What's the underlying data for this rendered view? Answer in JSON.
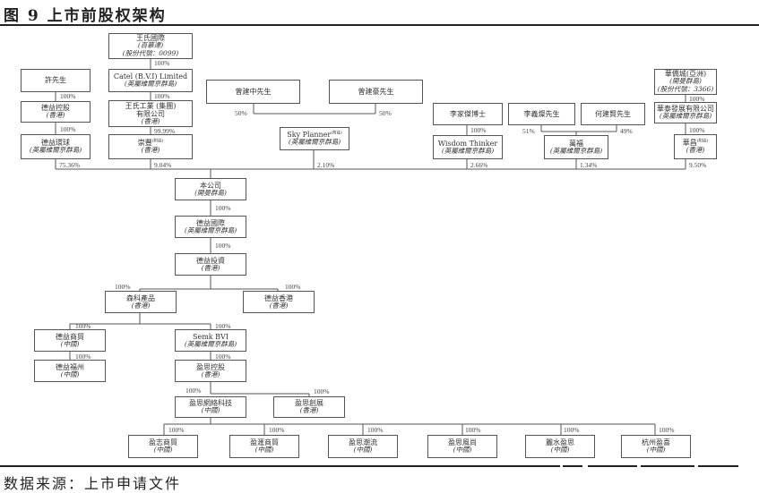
{
  "figure": {
    "title": "图 9 上市前股权架构",
    "source": "数据来源：上市申请文件"
  },
  "nodes": {
    "wangshi_intl": {
      "name": "王氏國際",
      "lines": [
        "(百慕達)",
        "(股份代號：0099)"
      ]
    },
    "catel": {
      "name": "Catel (B.V.I) Limited",
      "lines": [
        "(英屬維爾京群島)"
      ]
    },
    "wangshi_ind": {
      "name": "王氏工業 (集團)",
      "name2": "有限公司",
      "lines": [
        "(香港)"
      ]
    },
    "chongfeng": {
      "name": "崇豐",
      "note": "(附註)",
      "lines": [
        "(香港)"
      ]
    },
    "mr_xu": {
      "name": "許先生",
      "lines": []
    },
    "deyi_holding": {
      "name": "德益控股",
      "lines": [
        "(香港)"
      ]
    },
    "deyi_global": {
      "name": "德益環球",
      "lines": [
        "(英屬維爾京群島)"
      ]
    },
    "zeng_jz": {
      "name": "曾建中先生",
      "lines": []
    },
    "zeng_jh": {
      "name": "曾建豪先生",
      "lines": []
    },
    "sky_planner": {
      "name": "Sky Planner",
      "note": "(附註)",
      "lines": [
        "(英屬維爾京群島)"
      ]
    },
    "li_jj": {
      "name": "李家傑博士",
      "lines": []
    },
    "wisdom": {
      "name": "Wisdom Thinker",
      "lines": [
        "(英屬維爾京群島)"
      ]
    },
    "li_yc": {
      "name": "李義燦先生",
      "lines": []
    },
    "he_jy": {
      "name": "何建賢先生",
      "lines": []
    },
    "wanfu": {
      "name": "萬福",
      "lines": [
        "(英屬維爾京群島)"
      ]
    },
    "huaqiao_asia": {
      "name": "華僑城(亞洲)",
      "lines": [
        "(開曼群島)",
        "(股份代號：3366)"
      ]
    },
    "huatai_dev": {
      "name": "華泰發展有限公司",
      "lines": [
        "(英屬維爾京群島)"
      ]
    },
    "huachang": {
      "name": "華昌",
      "note": "(附註)",
      "lines": [
        "(香港)"
      ]
    },
    "company": {
      "name": "本公司",
      "lines": [
        "(開曼群島)"
      ]
    },
    "deyi_intl": {
      "name": "德益國際",
      "lines": [
        "(英屬維爾京群島)"
      ]
    },
    "deyi_invest": {
      "name": "德益投資",
      "lines": [
        "(香港)"
      ]
    },
    "senke": {
      "name": "森科產品",
      "lines": [
        "(香港)"
      ]
    },
    "deyi_hk": {
      "name": "德益香港",
      "lines": [
        "(香港)"
      ]
    },
    "deyi_trade": {
      "name": "德益商貿",
      "lines": [
        "(中國)"
      ]
    },
    "deyi_fuzhou": {
      "name": "德益福州",
      "lines": [
        "(中國)"
      ]
    },
    "semk_bvi": {
      "name": "Semk BVI",
      "lines": [
        "(英屬維爾京群島)"
      ]
    },
    "yingsi_holding": {
      "name": "盈思控股",
      "lines": [
        "(香港)"
      ]
    },
    "yingsi_net": {
      "name": "盈思網絡科技",
      "lines": [
        "(中國)"
      ]
    },
    "yingsi_chuangzhan": {
      "name": "盈思創展",
      "lines": [
        "(香港)"
      ]
    },
    "yingzhi": {
      "name": "盈志商貿",
      "lines": [
        "(中國)"
      ]
    },
    "yinghui": {
      "name": "盈滙商貿",
      "lines": [
        "(中國)"
      ]
    },
    "yingsi_wuliu": {
      "name": "盈思潮流",
      "lines": [
        "(中國)"
      ]
    },
    "yingsi_fengshang": {
      "name": "盈思風尚",
      "lines": [
        "(中國)"
      ]
    },
    "lishui": {
      "name": "麗水盈思",
      "lines": [
        "(中國)"
      ]
    },
    "hangzhou": {
      "name": "杭州盈喜",
      "lines": [
        "(中國)"
      ]
    }
  },
  "percentages": {
    "wangshi_to_catel": "100%",
    "catel_to_ind": "100%",
    "ind_to_chongfeng": "99.99%",
    "xu_to_holding": "100%",
    "holding_to_global": "100%",
    "zeng_jz": "50%",
    "zeng_jh": "50%",
    "li_jj_to_wisdom": "100%",
    "li_yc": "51%",
    "he_jy": "49%",
    "huaqiao_to_huatai": "100%",
    "huatai_to_huachang": "100%",
    "global_stake": "75.36%",
    "chongfeng_stake": "9.04%",
    "sky_stake": "2.10%",
    "wisdom_stake": "2.66%",
    "wanfu_stake": "1.34%",
    "huachang_stake": "9.50%",
    "company_to_intl": "100%",
    "intl_to_invest": "100%",
    "invest_to_senke": "100%",
    "invest_to_hk": "100%",
    "senke_to_trade": "100%",
    "senke_to_semk": "100%",
    "trade_to_fuzhou": "100%",
    "semk_to_yingsi": "100%",
    "yingsi_to_net": "100%",
    "yingsi_to_chuangzhan": "100%",
    "net_to_yingzhi": "100%",
    "net_to_yinghui": "100%",
    "net_to_wuliu": "100%",
    "net_to_fengshang": "100%",
    "net_to_lishui": "100%",
    "net_to_hangzhou": "100%"
  }
}
